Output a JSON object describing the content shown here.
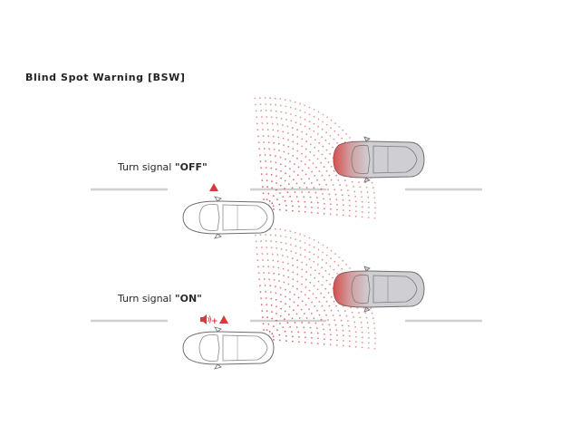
{
  "title": "Blind Spot Warning [BSW]",
  "scenarios": [
    {
      "label_prefix": "Turn signal ",
      "label_state": "\"OFF\"",
      "indicators": [
        "warning-triangle"
      ]
    },
    {
      "label_prefix": "Turn signal ",
      "label_state": "\"ON\"",
      "indicators": [
        "speaker-sound",
        "plus",
        "warning-triangle"
      ],
      "plus_text": "+"
    }
  ],
  "colors": {
    "warning_red": "#d63b3b",
    "car_outline": "#6e6e6e",
    "car_fill": "#ffffff",
    "other_car_fill": "#cfcfd3",
    "lane_line": "#d0d0d0"
  }
}
